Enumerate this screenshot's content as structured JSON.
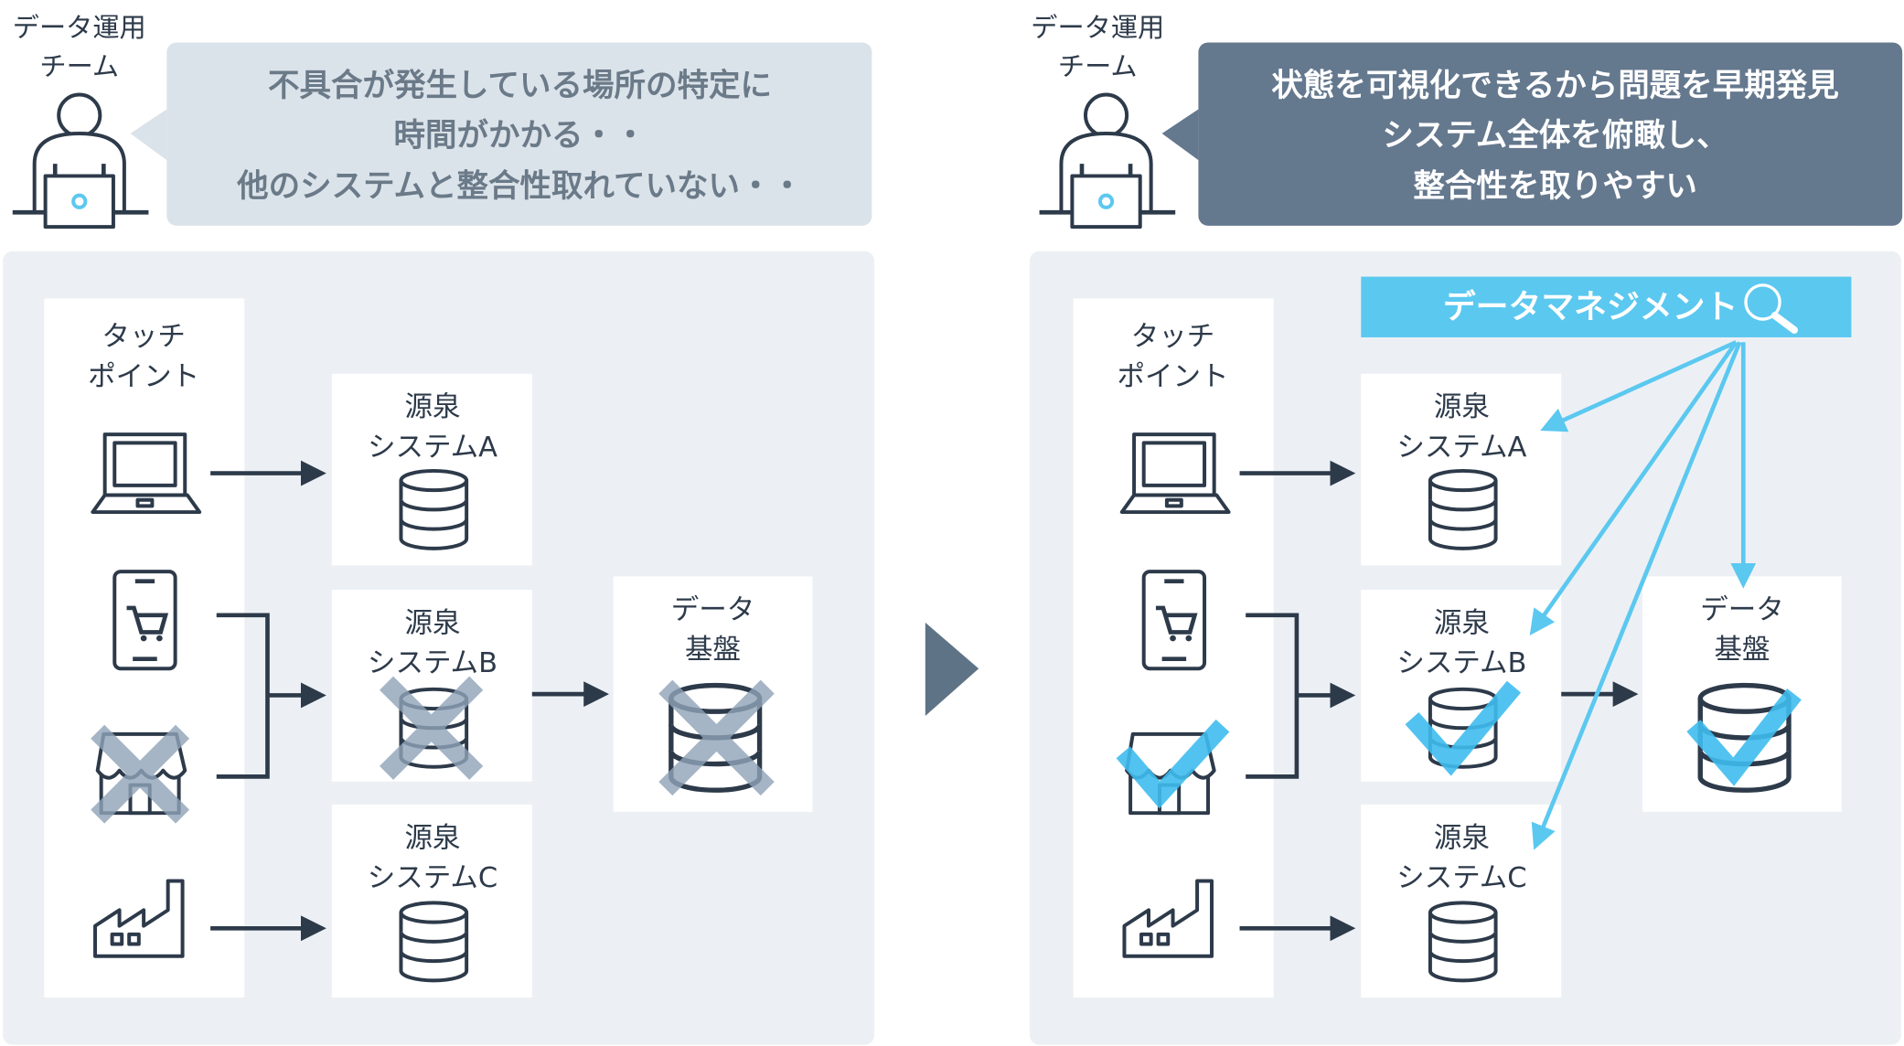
{
  "colors": {
    "panel": "#ecf0f4",
    "bubble_before": "#dbe3ea",
    "bubble_after": "#64788e",
    "accent": "#5bc8f0",
    "ink": "#2d3a4a",
    "cross": "#8fa3b8"
  },
  "before": {
    "team_label": [
      "データ運用",
      "チーム"
    ],
    "bubble_lines": [
      "不具合が発生している場所の特定に",
      "時間がかかる・・",
      "他のシステムと整合性取れていない・・"
    ],
    "touchpoint": [
      "タッチ",
      "ポイント"
    ],
    "source_a": [
      "源泉",
      "システムA"
    ],
    "source_b": [
      "源泉",
      "システムB"
    ],
    "source_c": [
      "源泉",
      "システムC"
    ],
    "data_base": [
      "データ",
      "基盤"
    ]
  },
  "after": {
    "team_label": [
      "データ運用",
      "チーム"
    ],
    "bubble_lines": [
      "状態を可視化できるから問題を早期発見",
      "システム全体を俯瞰し、",
      "整合性を取りやすい"
    ],
    "touchpoint": [
      "タッチ",
      "ポイント"
    ],
    "data_management": "データマネジメント",
    "source_a": [
      "源泉",
      "システムA"
    ],
    "source_b": [
      "源泉",
      "システムB"
    ],
    "source_c": [
      "源泉",
      "システムC"
    ],
    "data_base": [
      "データ",
      "基盤"
    ]
  },
  "icons": [
    "person-laptop-icon",
    "laptop-icon",
    "smartphone-cart-icon",
    "store-icon",
    "factory-icon",
    "database-icon",
    "magnifier-icon",
    "cross-icon",
    "check-icon",
    "arrow-right-icon"
  ]
}
